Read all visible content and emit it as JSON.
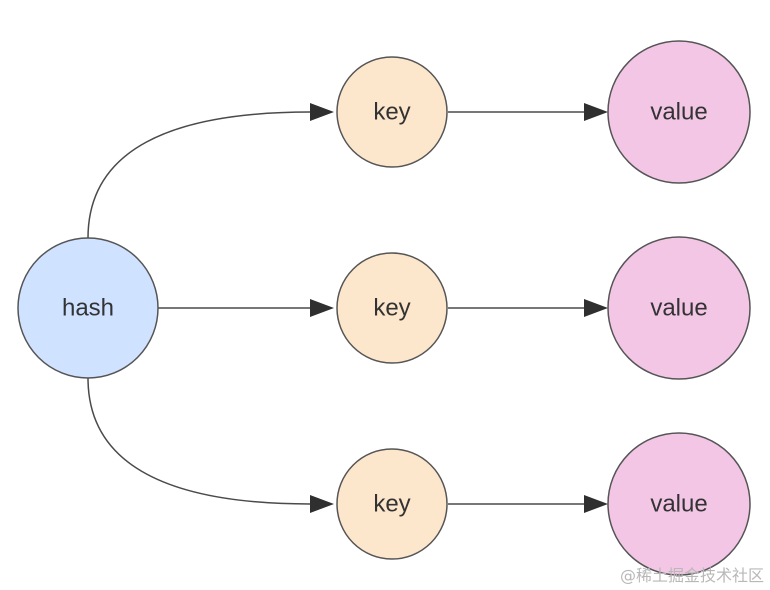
{
  "diagram": {
    "hash": {
      "label": "hash",
      "color": "#cfe2ff"
    },
    "keys": [
      {
        "label": "key",
        "color": "#fde7cc"
      },
      {
        "label": "key",
        "color": "#fde7cc"
      },
      {
        "label": "key",
        "color": "#fde7cc"
      }
    ],
    "values": [
      {
        "label": "value",
        "color": "#f3c6e6"
      },
      {
        "label": "value",
        "color": "#f3c6e6"
      },
      {
        "label": "value",
        "color": "#f3c6e6"
      }
    ],
    "edges": [
      {
        "from": "hash",
        "to": "key-1"
      },
      {
        "from": "hash",
        "to": "key-2"
      },
      {
        "from": "hash",
        "to": "key-3"
      },
      {
        "from": "key-1",
        "to": "value-1"
      },
      {
        "from": "key-2",
        "to": "value-2"
      },
      {
        "from": "key-3",
        "to": "value-3"
      }
    ]
  },
  "watermark": "@稀土掘金技术社区"
}
